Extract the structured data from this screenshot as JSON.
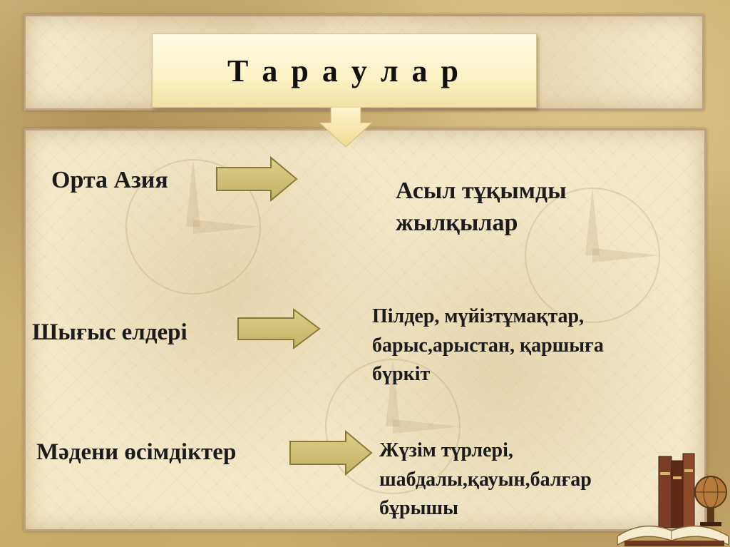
{
  "slide": {
    "title": "Т а р а у л а р",
    "rows": [
      {
        "source": "Орта Азия",
        "result_lines": [
          "Асыл тұқымды",
          "жылқылар"
        ]
      },
      {
        "source": "Шығыс елдері",
        "result_lines": [
          "Пілдер, мүйізтұмақтар,",
          "барыс,арыстан, қаршыға",
          "бүркіт"
        ]
      },
      {
        "source": "Мәдени өсімдіктер",
        "result_lines": [
          "Жүзім түрлері,",
          "шабдалы,қауын,балғар",
          "бұрышы"
        ]
      }
    ]
  },
  "colors": {
    "arrow_fill": "#d4c47a",
    "arrow_stroke": "#8a7a3a",
    "title_box": "#fbf1c4",
    "background": "#c9a86a"
  },
  "icons": {
    "down_arrow": "down-arrow-icon",
    "right_arrow": "right-arrow-icon",
    "books": "books-globe-icon"
  }
}
